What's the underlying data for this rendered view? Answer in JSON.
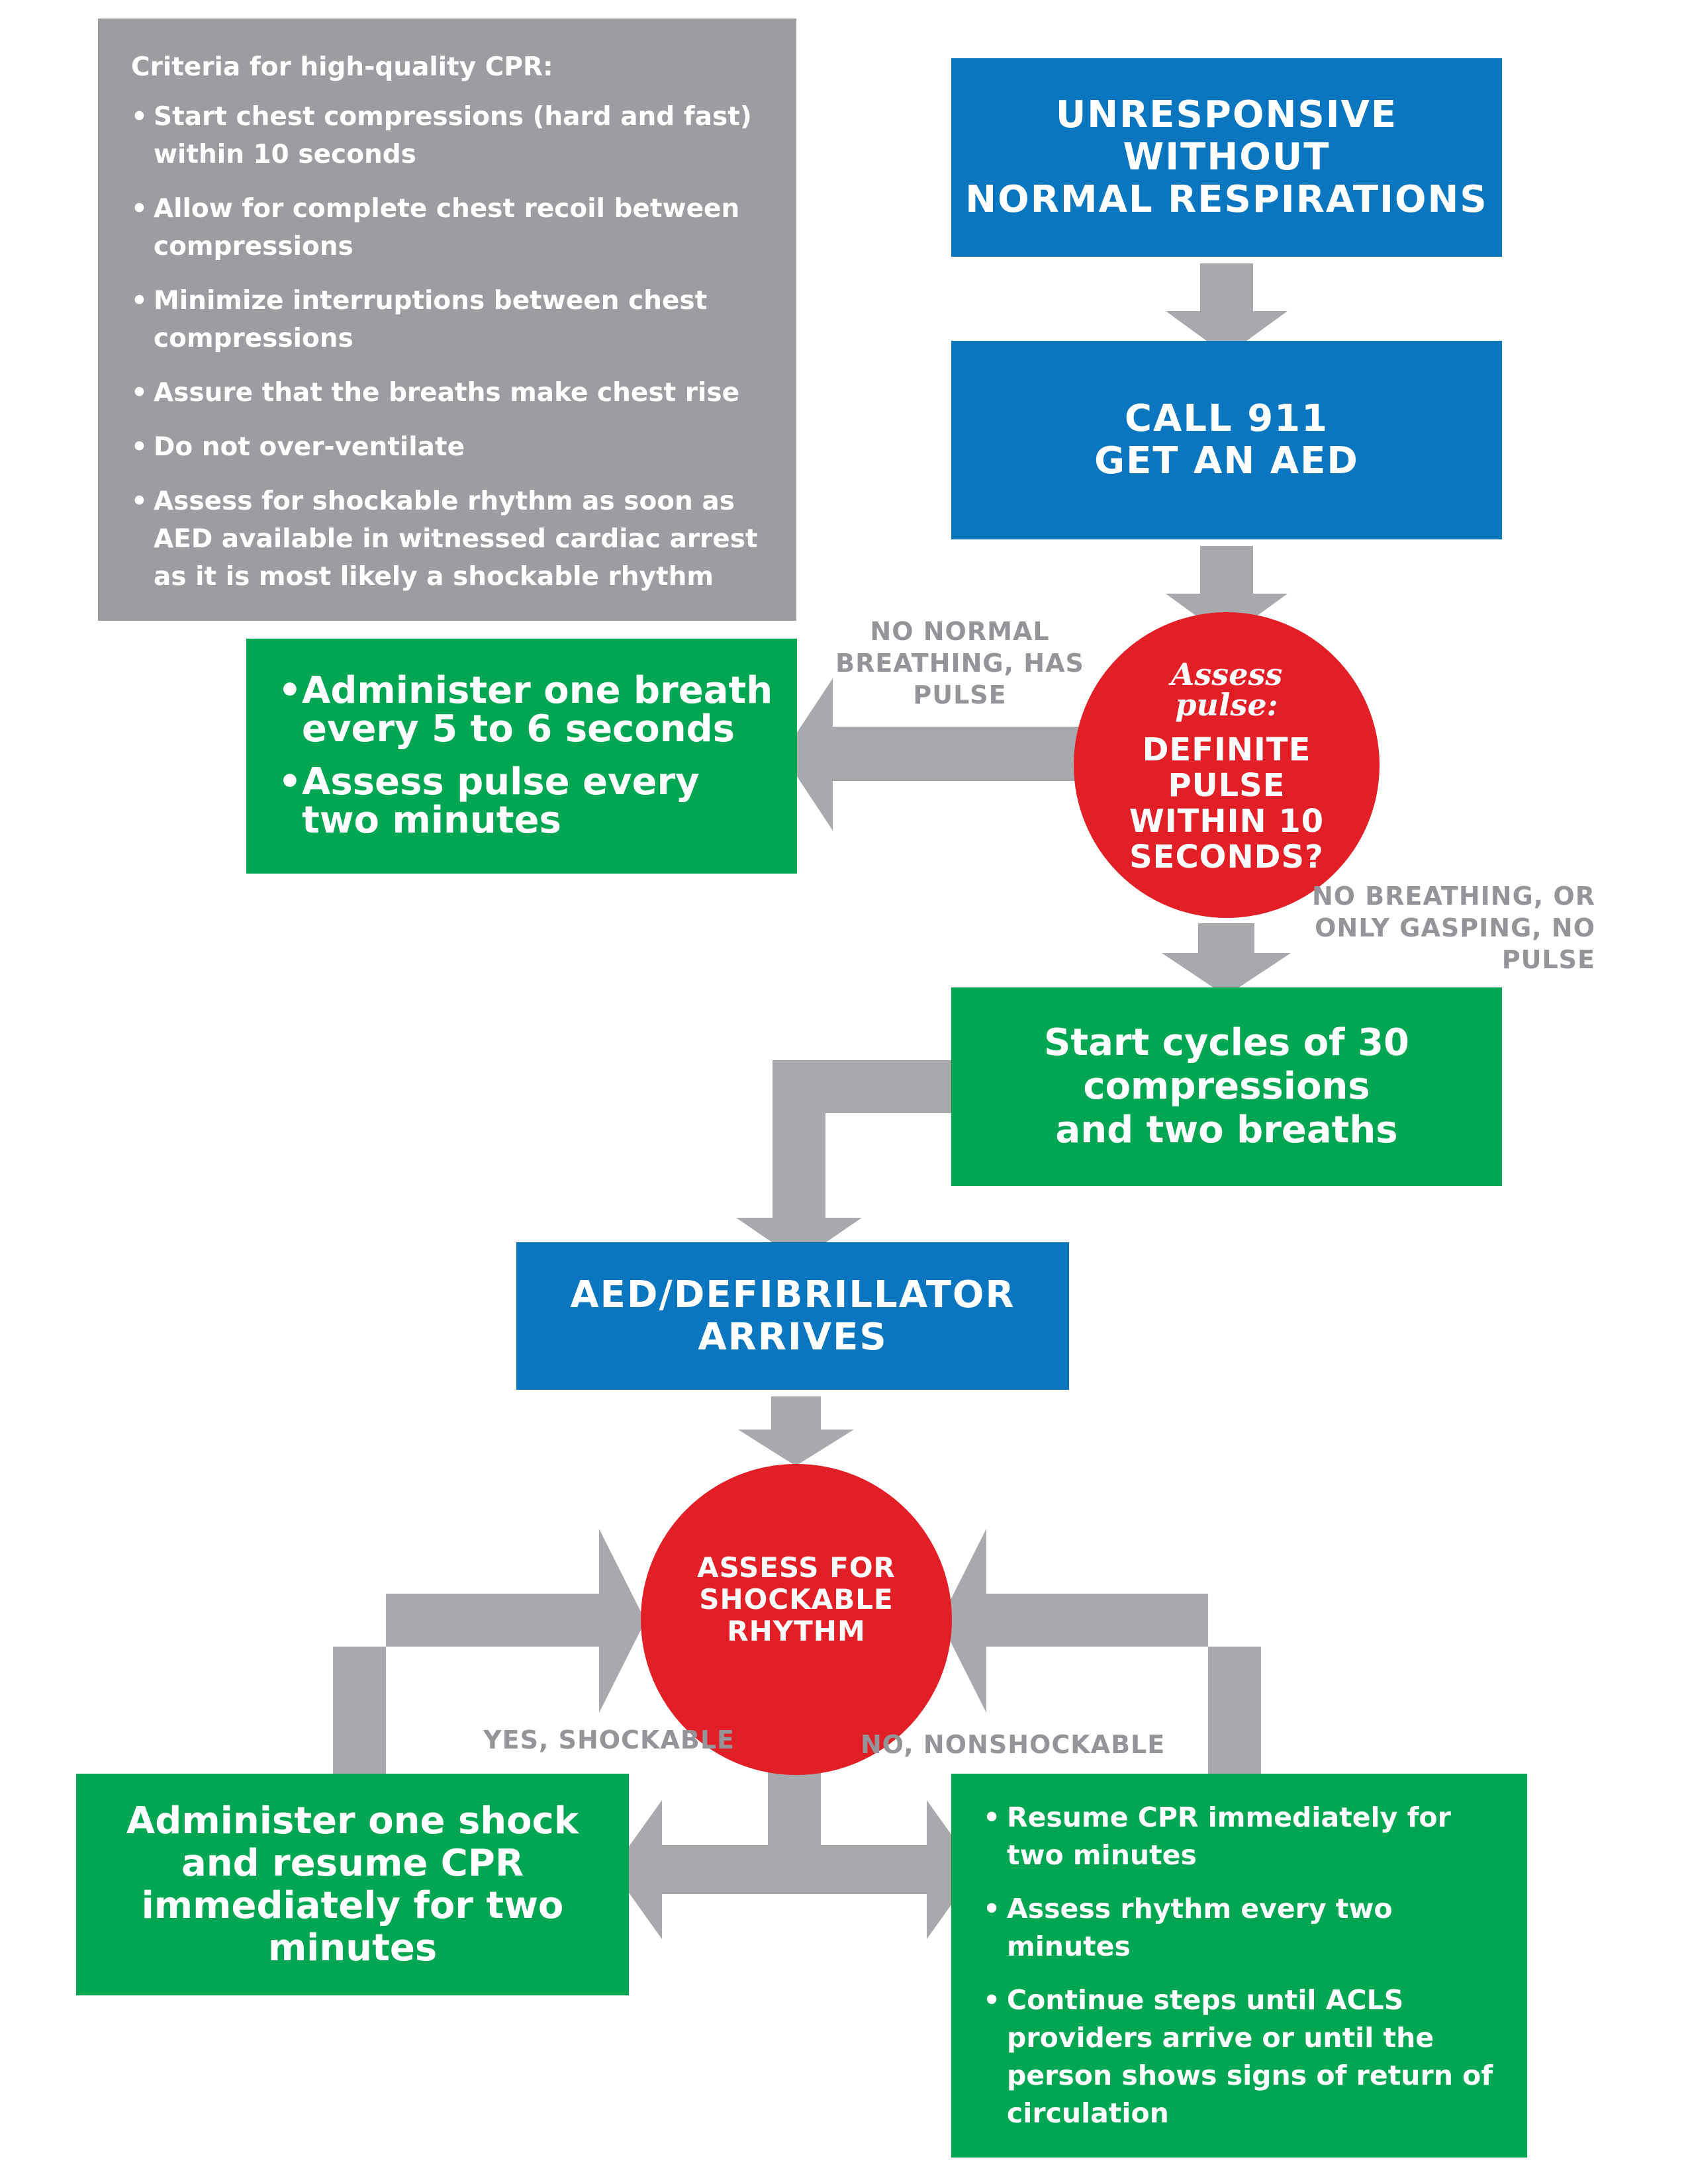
{
  "colors": {
    "blue": "#0a76bf",
    "green": "#00a651",
    "red": "#e21f26",
    "gray_box": "#9b9da0",
    "arrow_gray": "#a7a9ac",
    "label_gray": "#939598"
  },
  "criteria_box": {
    "title": "Criteria for high-quality CPR:",
    "items": [
      "Start chest compressions (hard and fast) within 10 seconds",
      "Allow for complete chest recoil between compressions",
      "Minimize interruptions between chest compressions",
      "Assure that the breaths make chest rise",
      "Do not over-ventilate",
      "Assess for shockable rhythm as soon as AED available in witnessed cardiac arrest as it is most likely a shockable rhythm"
    ]
  },
  "step_unresponsive": {
    "text": "UNRESPONSIVE\nWITHOUT\nNORMAL RESPIRATIONS"
  },
  "step_call": {
    "text": "CALL 911\nGET AN AED"
  },
  "assess_pulse": {
    "script_label": "Assess\npulse:",
    "question": "DEFINITE\nPULSE\nWITHIN 10\nSECONDS?"
  },
  "label_has_pulse": "NO NORMAL\nBREATHING, HAS\nPULSE",
  "rescue_breathing": {
    "items": [
      "Administer one breath every 5 to 6 seconds",
      "Assess pulse every two minutes"
    ]
  },
  "label_no_pulse": "NO BREATHING, OR\nONLY GASPING, NO\nPULSE",
  "step_cycles": {
    "text": "Start cycles of 30\ncompressions\nand two breaths"
  },
  "step_aed": {
    "text": "AED/DEFIBRILLATOR\nARRIVES"
  },
  "assess_rhythm": {
    "text": "ASSESS FOR\nSHOCKABLE\nRHYTHM"
  },
  "label_shockable": "YES, SHOCKABLE",
  "label_nonshockable": "NO, NONSHOCKABLE",
  "shock_box": {
    "text": "Administer one shock\nand resume CPR\nimmediately for two\nminutes"
  },
  "nonshock_box": {
    "items": [
      "Resume CPR immediately for two minutes",
      "Assess rhythm every two minutes",
      "Continue steps until ACLS providers arrive or until the person shows signs of return of circulation"
    ]
  }
}
